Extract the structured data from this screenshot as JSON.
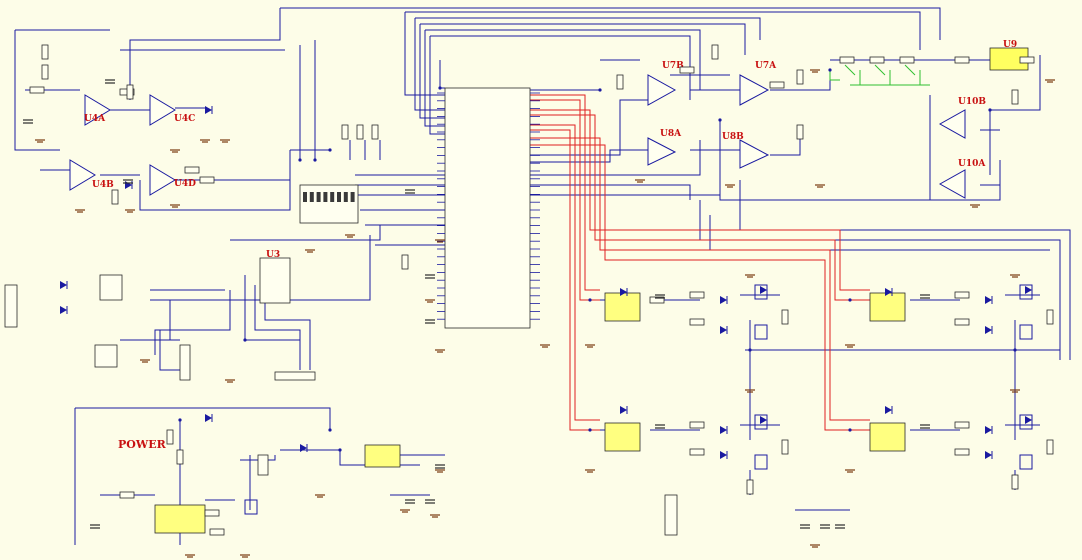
{
  "schematic": {
    "opamps": [
      {
        "ref": "U4A"
      },
      {
        "ref": "U4C"
      },
      {
        "ref": "U4B"
      },
      {
        "ref": "U4D"
      },
      {
        "ref": "U7B"
      },
      {
        "ref": "U7A"
      },
      {
        "ref": "U8A"
      },
      {
        "ref": "U8B"
      },
      {
        "ref": "U10B"
      },
      {
        "ref": "U10A"
      }
    ],
    "ics": [
      {
        "ref": "U3"
      },
      {
        "ref": "U9"
      }
    ],
    "power_label": "POWER",
    "colors": {
      "background": "#fdfde8",
      "wire": "#1a1aa0",
      "highlight_wire": "#e02020",
      "switch_wire": "#30c030",
      "label_red": "#c81010",
      "ground": "#7a3a10"
    }
  }
}
